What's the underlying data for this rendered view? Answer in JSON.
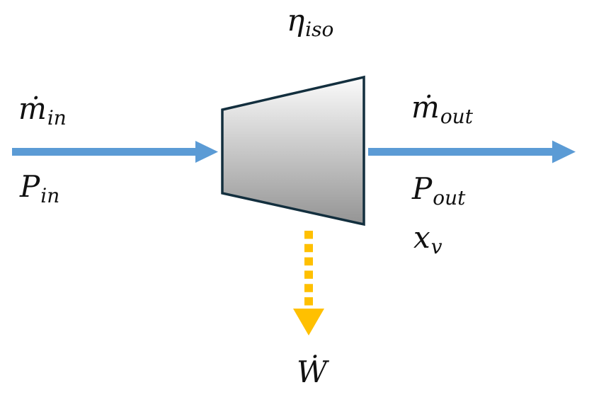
{
  "diagram": {
    "title": "turbine-process-schematic",
    "labels": {
      "efficiency": {
        "base": "η",
        "sub": "iso"
      },
      "mass_flow_in": {
        "base": "ṁ",
        "sub": "in"
      },
      "pressure_in": {
        "base": "P",
        "sub": "in"
      },
      "mass_flow_out": {
        "base": "ṁ",
        "sub": "out"
      },
      "pressure_out": {
        "base": "P",
        "sub": "out"
      },
      "vapor_quality": {
        "base": "x",
        "sub": "v"
      },
      "work": {
        "base": "Ẇ",
        "sub": ""
      }
    },
    "colors": {
      "flow_arrow": "#5B9BD5",
      "work_arrow": "#FFC000",
      "body_outline": "#132F3E",
      "body_gradient_top": "#FBFBFB",
      "body_gradient_bottom": "#949494",
      "background": "#FFFFFF",
      "text": "#111111"
    }
  }
}
